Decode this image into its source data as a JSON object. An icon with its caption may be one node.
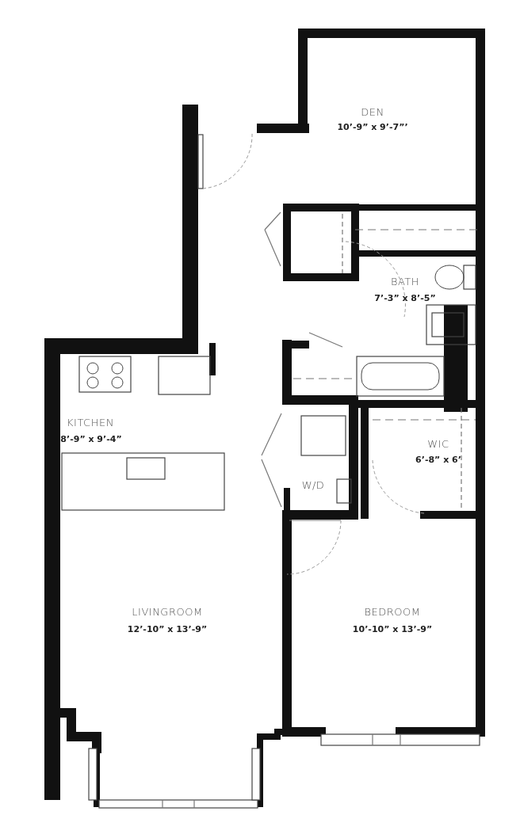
{
  "diagram": {
    "labels": [
      "DEN",
      "10’-9” x 9’-7”’",
      "BATH",
      "7’-3” x 8’-5”",
      "KITCHEN",
      "8’-9” x 9’-4”",
      "WIC",
      "6’-8” x 6’",
      "W/D",
      "LIVINGROOM",
      "12’-10” x 13’-9”",
      "BEDROOM",
      "10’-10” x 13’-9”"
    ]
  }
}
